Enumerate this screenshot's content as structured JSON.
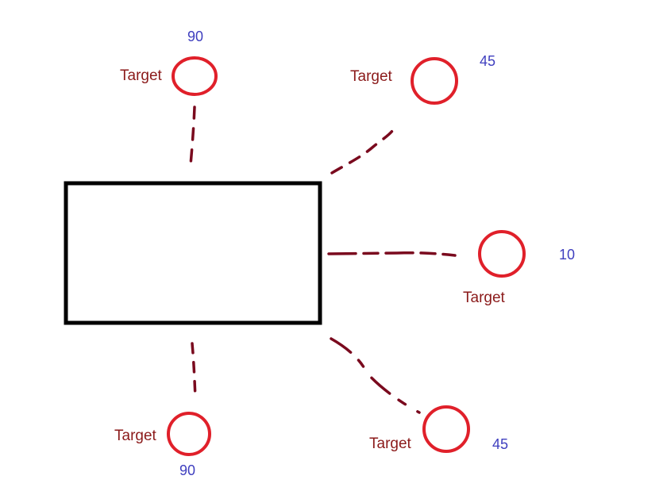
{
  "colors": {
    "box_stroke": "#000000",
    "connector": "#7a0a1e",
    "target_circle": "#e0202a",
    "target_label": "#8b1a1a",
    "value_label": "#3f3fbf"
  },
  "targets": [
    {
      "label": "Target",
      "value": "90"
    },
    {
      "label": "Target",
      "value": "45"
    },
    {
      "label": "Target",
      "value": "10"
    },
    {
      "label": "Target",
      "value": "45"
    },
    {
      "label": "Target",
      "value": "90"
    }
  ]
}
